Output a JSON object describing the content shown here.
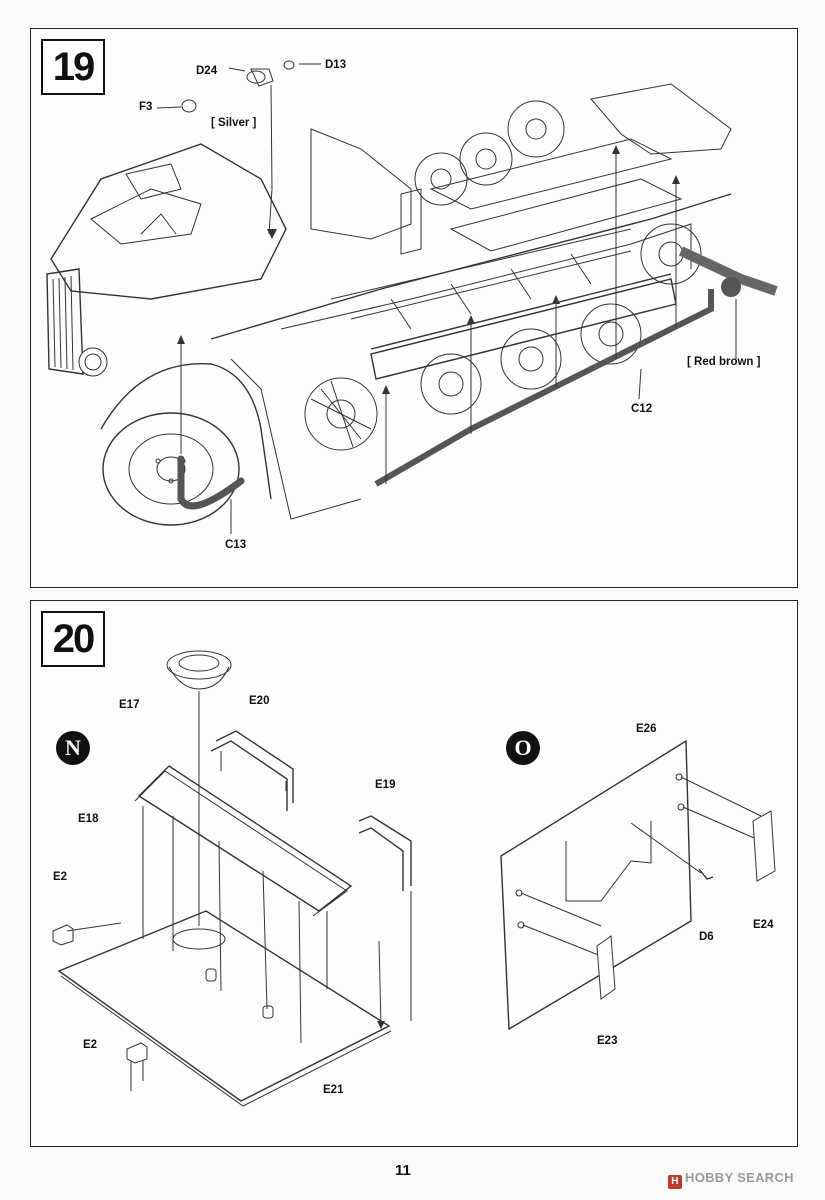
{
  "step19": {
    "number": "19",
    "labels": {
      "d24": "D24",
      "d13": "D13",
      "f3": "F3",
      "silver": "[ Silver ]",
      "red_brown": "[ Red brown ]",
      "c12": "C12",
      "c13": "C13"
    }
  },
  "step20": {
    "number": "20",
    "sub_n": "N",
    "sub_o": "O",
    "labels": {
      "e17": "E17",
      "e20": "E20",
      "e18": "E18",
      "e19": "E19",
      "e2a": "E2",
      "e2b": "E2",
      "e21": "E21",
      "e26": "E26",
      "d6": "D6",
      "e24": "E24",
      "e23": "E23"
    }
  },
  "footer": {
    "page_number": "11",
    "watermark": "HOBBY SEARCH",
    "watermark_logo": "H"
  }
}
